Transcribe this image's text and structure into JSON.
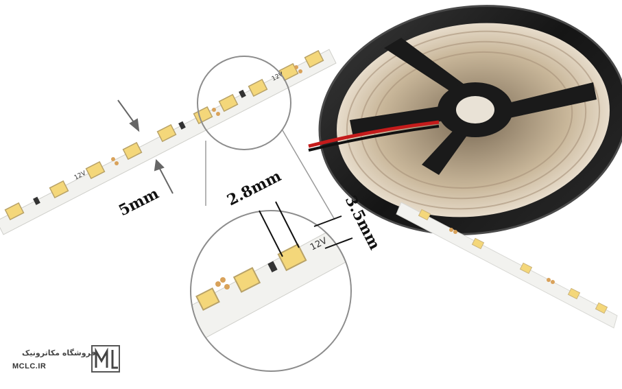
{
  "image": {
    "description_free": true
  },
  "dimensions": {
    "width_label": "5mm",
    "led_label": "2.8mm",
    "chip_label": "3.5mm"
  },
  "strip": {
    "voltage_label": "12V"
  },
  "watermark": {
    "store_name": "فروشگاه مکاترونیک",
    "site": "MCLC.IR"
  },
  "colors": {
    "strip_white": "#f2f2ef",
    "led_yellow": "#f4d77a",
    "pad_copper": "#d9a25a",
    "reel_black": "#1c1c1c",
    "wire_red": "#c41b1b"
  }
}
